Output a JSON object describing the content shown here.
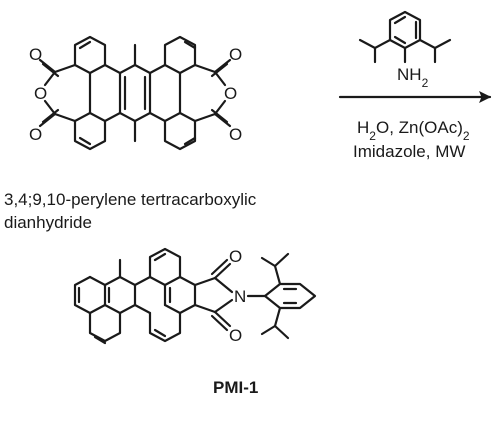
{
  "reagent": {
    "amine_label": "NH",
    "amine_sub": "2"
  },
  "conditions": {
    "line1": {
      "h": "H",
      "h_sub": "2",
      "o_zn": "O, Zn(OAc)",
      "ac_sub": "2"
    },
    "line2": "Imidazole, MW"
  },
  "starting_material": {
    "name_line1": "3,4;9,10-perylene tertracarboxylic",
    "name_line2": "dianhydride",
    "atoms": [
      "O",
      "O",
      "O",
      "O",
      "O",
      "O"
    ]
  },
  "product": {
    "label": "PMI-1",
    "atoms": [
      "O",
      "N",
      "O"
    ]
  }
}
